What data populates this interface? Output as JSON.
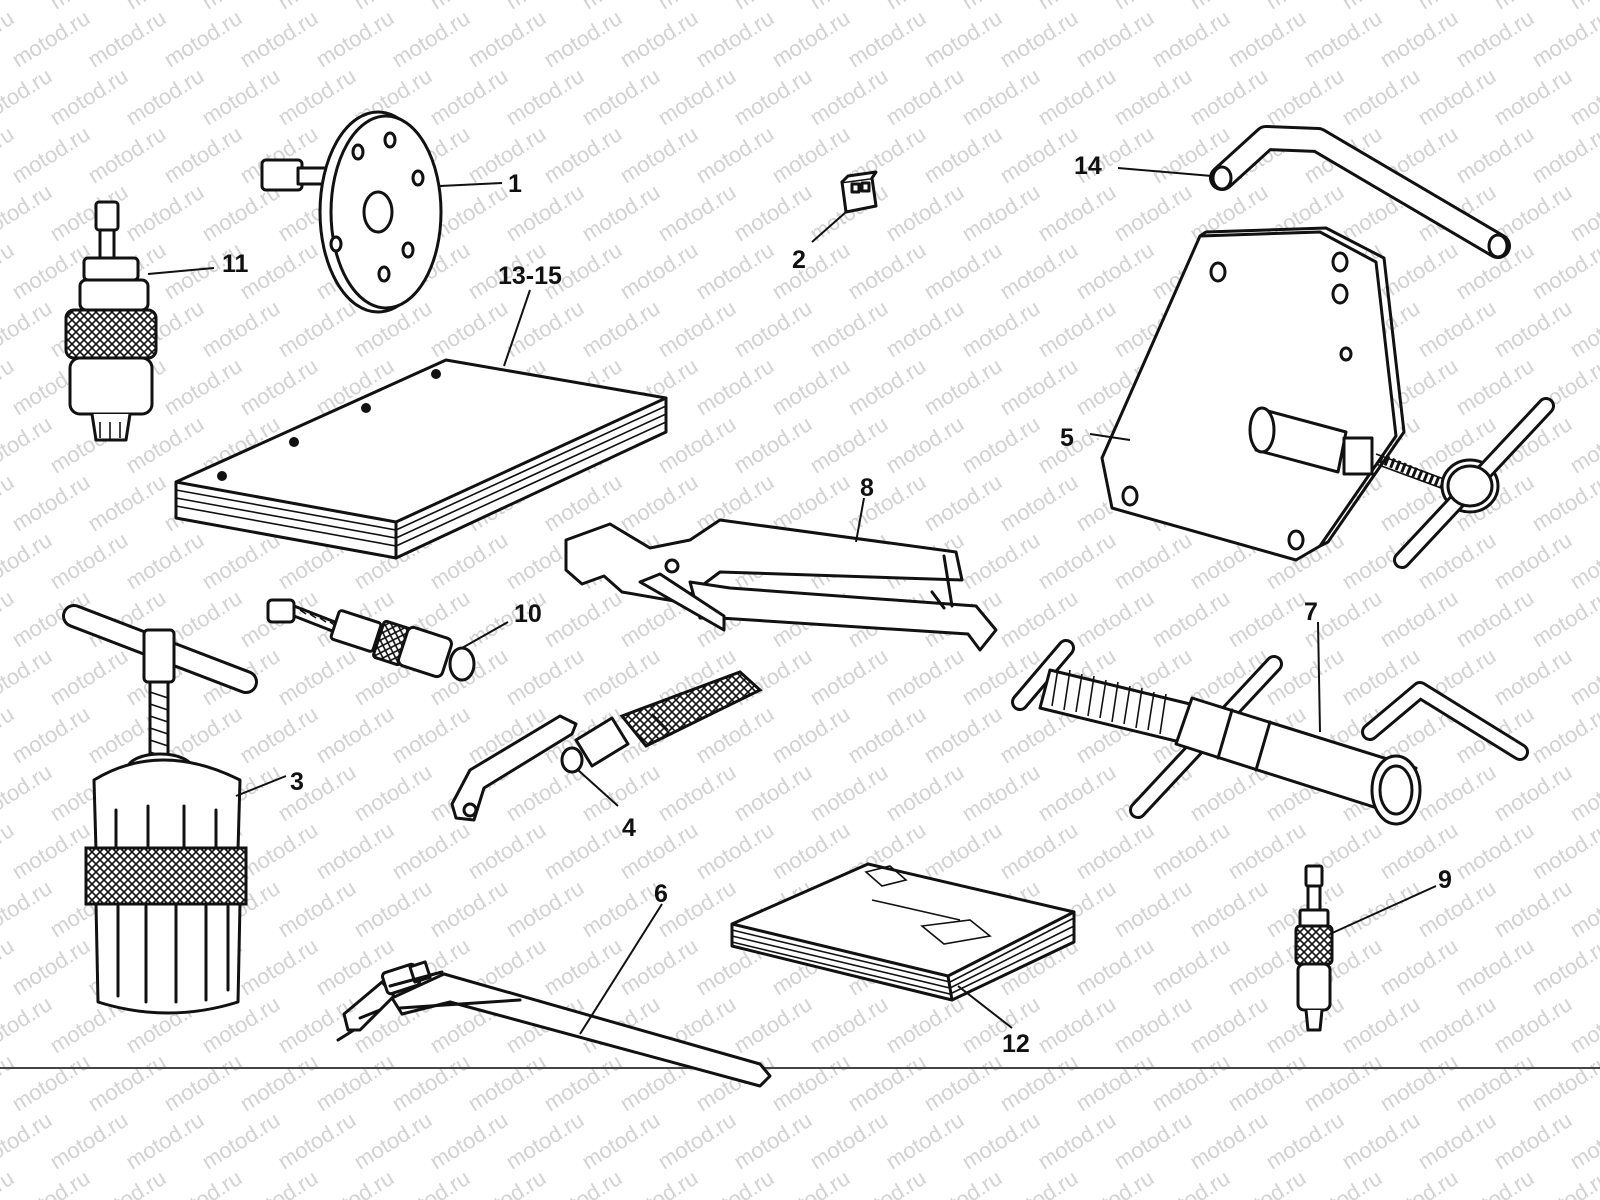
{
  "watermark": {
    "text": "motod.ru"
  },
  "colors": {
    "ink": "#111111",
    "paper": "#ffffff",
    "watermark": "#d2d2d2"
  },
  "tools": [
    {
      "id": "1",
      "label": "1",
      "icon": "flywheel-puller-icon"
    },
    {
      "id": "2",
      "label": "2",
      "icon": "socket-adapter-icon"
    },
    {
      "id": "3",
      "label": "3",
      "icon": "clutch-puller-icon"
    },
    {
      "id": "4",
      "label": "4",
      "icon": "hook-wrench-icon"
    },
    {
      "id": "5",
      "label": "5",
      "icon": "valve-spring-compressor-icon"
    },
    {
      "id": "6",
      "label": "6",
      "icon": "crankcase-separator-plate-icon"
    },
    {
      "id": "7",
      "label": "7",
      "icon": "bearing-puller-icon"
    },
    {
      "id": "8",
      "label": "8",
      "icon": "circlip-pliers-icon"
    },
    {
      "id": "9",
      "label": "9",
      "icon": "small-puller-icon"
    },
    {
      "id": "10",
      "label": "10",
      "icon": "extractor-bolt-icon"
    },
    {
      "id": "11",
      "label": "11",
      "icon": "knurled-puller-icon"
    },
    {
      "id": "12",
      "label": "12",
      "icon": "small-booklet-icon"
    },
    {
      "id": "13-15",
      "label": "13-15",
      "icon": "manual-booklet-icon"
    },
    {
      "id": "14",
      "label": "14",
      "icon": "hex-key-icon"
    }
  ]
}
